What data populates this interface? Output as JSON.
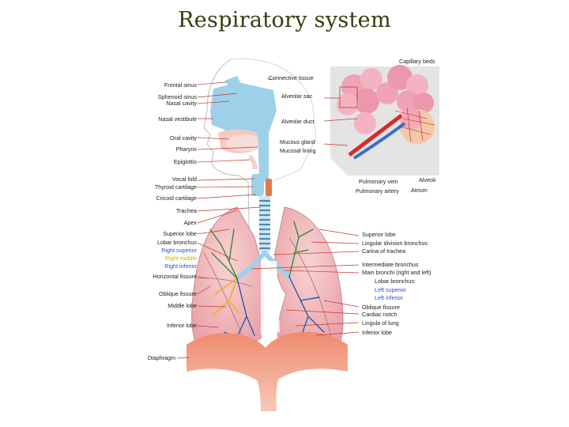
{
  "title": "Respiratory system",
  "colors": {
    "title": "#3a3a12",
    "lung": "#f2b9bd",
    "airway_blue": "#9fd0ea",
    "diaphragm": "#e8765a",
    "bronchi_green": "#3a8a3a",
    "bronchi_yellow": "#f0b020",
    "bronchi_blue": "#2a5aa8",
    "label_blue": "#2a50d0",
    "label_yellow": "#d8a800",
    "label_green": "#2c8a2c",
    "leader_red": "#c0392b"
  },
  "labels": {
    "left": [
      {
        "key": "frontal_sinus",
        "text": "Frontal sinus"
      },
      {
        "key": "sphenoid_sinus",
        "text": "Sphenoid sinus"
      },
      {
        "key": "nasal_cavity",
        "text": "Nasal cavity"
      },
      {
        "key": "nasal_vestibule",
        "text": "Nasal vestibule"
      },
      {
        "key": "oral_cavity",
        "text": "Oral cavity"
      },
      {
        "key": "pharynx",
        "text": "Pharynx"
      },
      {
        "key": "epiglottis",
        "text": "Epiglottis"
      },
      {
        "key": "vocal_fold",
        "text": "Vocal fold"
      },
      {
        "key": "thyroid_cartilage",
        "text": "Thyroid cartilage"
      },
      {
        "key": "cricoid_cartilage",
        "text": "Cricoid cartilage"
      },
      {
        "key": "trachea",
        "text": "Trachea"
      },
      {
        "key": "apex",
        "text": "Apex"
      },
      {
        "key": "superior_lobe",
        "text": "Superior lobe"
      },
      {
        "key": "lobar_bronchus",
        "text": "Lobar bronchus"
      },
      {
        "key": "right_superior",
        "text": "Right superior"
      },
      {
        "key": "right_middle",
        "text": "Right middle"
      },
      {
        "key": "right_inferior",
        "text": "Right inferior"
      },
      {
        "key": "horizontal_fissure",
        "text": "Horizontal fissure"
      },
      {
        "key": "oblique_fissure",
        "text": "Oblique fissure"
      },
      {
        "key": "middle_lobe",
        "text": "Middle lobe"
      },
      {
        "key": "inferior_lobe",
        "text": "Inferior lobe"
      },
      {
        "key": "diaphragm",
        "text": "Diaphragm"
      }
    ],
    "right": [
      {
        "key": "connective_tissue",
        "text": "Connective tissue"
      },
      {
        "key": "alveolar_sac",
        "text": "Alveolar sac"
      },
      {
        "key": "alveolar_duct",
        "text": "Alveolar duct"
      },
      {
        "key": "mucous_gland",
        "text": "Mucous gland"
      },
      {
        "key": "mucosal_lining",
        "text": "Mucosal lining"
      },
      {
        "key": "capillary_beds",
        "text": "Capillary beds"
      },
      {
        "key": "pulmonary_vein",
        "text": "Pulmonary vein"
      },
      {
        "key": "pulmonary_artery",
        "text": "Pulmonary artery"
      },
      {
        "key": "alveoli",
        "text": "Alveoli"
      },
      {
        "key": "atrium",
        "text": "Atrium"
      },
      {
        "key": "superior_lobe",
        "text": "Superior lobe"
      },
      {
        "key": "lingular_division_bronchus",
        "text": "Lingular division bronchus"
      },
      {
        "key": "carina_of_trachea",
        "text": "Carina of trachea"
      },
      {
        "key": "intermediate_bronchus",
        "text": "Intermediate bronchus"
      },
      {
        "key": "main_bronchi",
        "text": "Main bronchi (right and left)"
      },
      {
        "key": "lobar_bronchus",
        "text": "Lobar bronchus:"
      },
      {
        "key": "left_superior",
        "text": "Left superior"
      },
      {
        "key": "left_inferior",
        "text": "Left inferior"
      },
      {
        "key": "oblique_fissure",
        "text": "Oblique fissure"
      },
      {
        "key": "cardiac_notch",
        "text": "Cardiac notch"
      },
      {
        "key": "lingula_of_lung",
        "text": "Lingula of lung"
      },
      {
        "key": "inferior_lobe",
        "text": "Inferior lobe"
      }
    ]
  }
}
